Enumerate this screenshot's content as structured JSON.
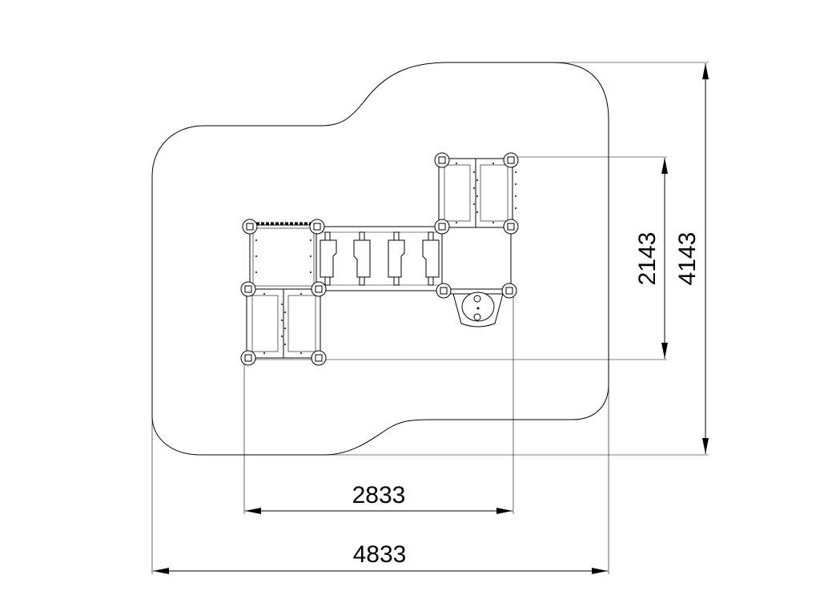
{
  "drawing": {
    "type": "playground equipment plan view with safety zone",
    "dimensions": {
      "equipment_width": "2833",
      "zone_width": "4833",
      "equipment_depth": "2143",
      "zone_depth": "4143"
    }
  },
  "colors": {
    "line": "#000000",
    "background": "#ffffff"
  }
}
